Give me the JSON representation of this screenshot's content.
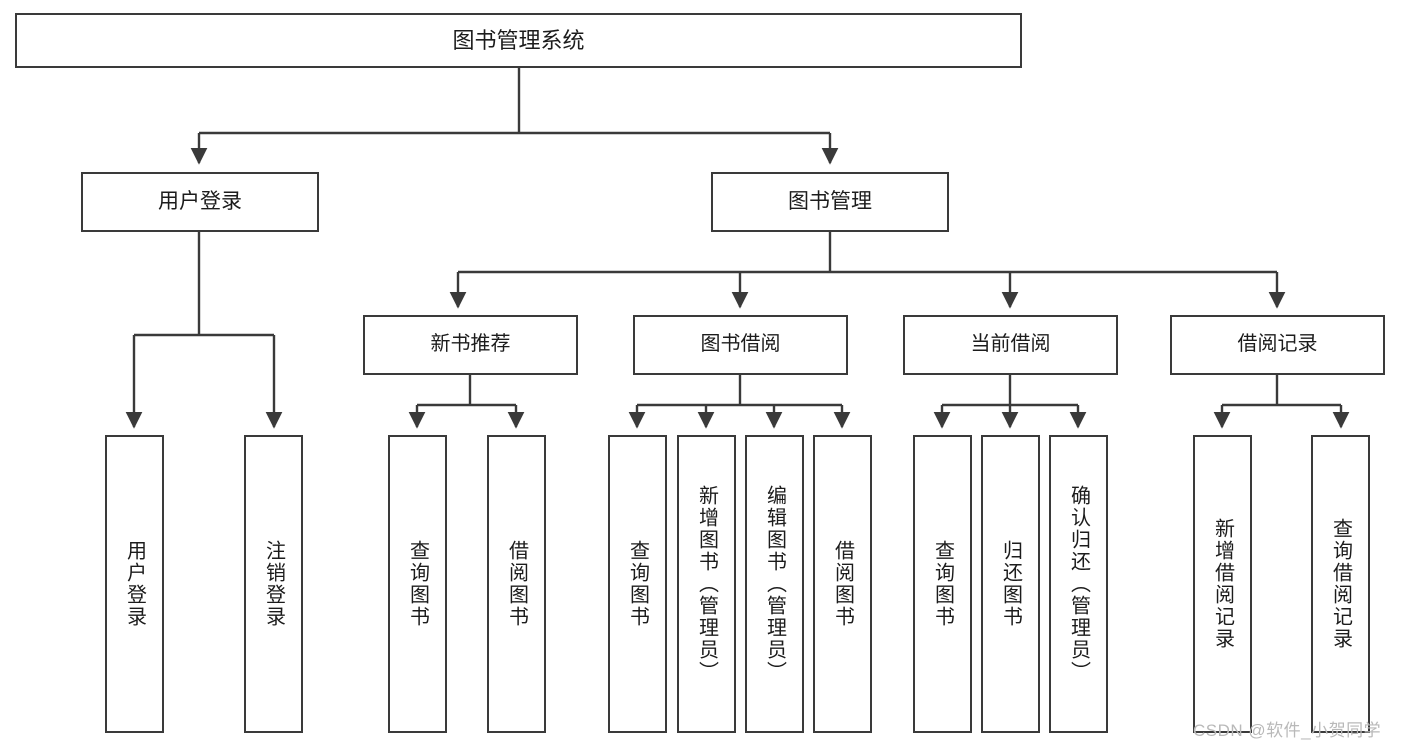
{
  "diagram": {
    "title": "图书管理系统",
    "type": "tree-structure-chart",
    "root": {
      "label": "图书管理系统"
    },
    "level1": [
      {
        "label": "用户登录"
      },
      {
        "label": "图书管理"
      }
    ],
    "level2": [
      {
        "label": "新书推荐"
      },
      {
        "label": "图书借阅"
      },
      {
        "label": "当前借阅"
      },
      {
        "label": "借阅记录"
      }
    ],
    "leaves": {
      "user_login": [
        {
          "label": "用户登录"
        },
        {
          "label": "注销登录"
        }
      ],
      "new_book_recommend": [
        {
          "label": "查询图书"
        },
        {
          "label": "借阅图书"
        }
      ],
      "book_borrow": [
        {
          "label": "查询图书"
        },
        {
          "label": "新增图书（管理员）"
        },
        {
          "label": "编辑图书（管理员）"
        },
        {
          "label": "借阅图书"
        }
      ],
      "current_borrow": [
        {
          "label": "查询图书"
        },
        {
          "label": "归还图书"
        },
        {
          "label": "确认归还（管理员）"
        }
      ],
      "borrow_record": [
        {
          "label": "新增借阅记录"
        },
        {
          "label": "查询借阅记录"
        }
      ]
    }
  },
  "watermark": {
    "text": "CSDN @软件_小贺同学"
  },
  "colors": {
    "stroke": "#3a3a3a",
    "background": "#ffffff",
    "text": "#1c1c1c",
    "watermark": "#b9b9b9"
  }
}
